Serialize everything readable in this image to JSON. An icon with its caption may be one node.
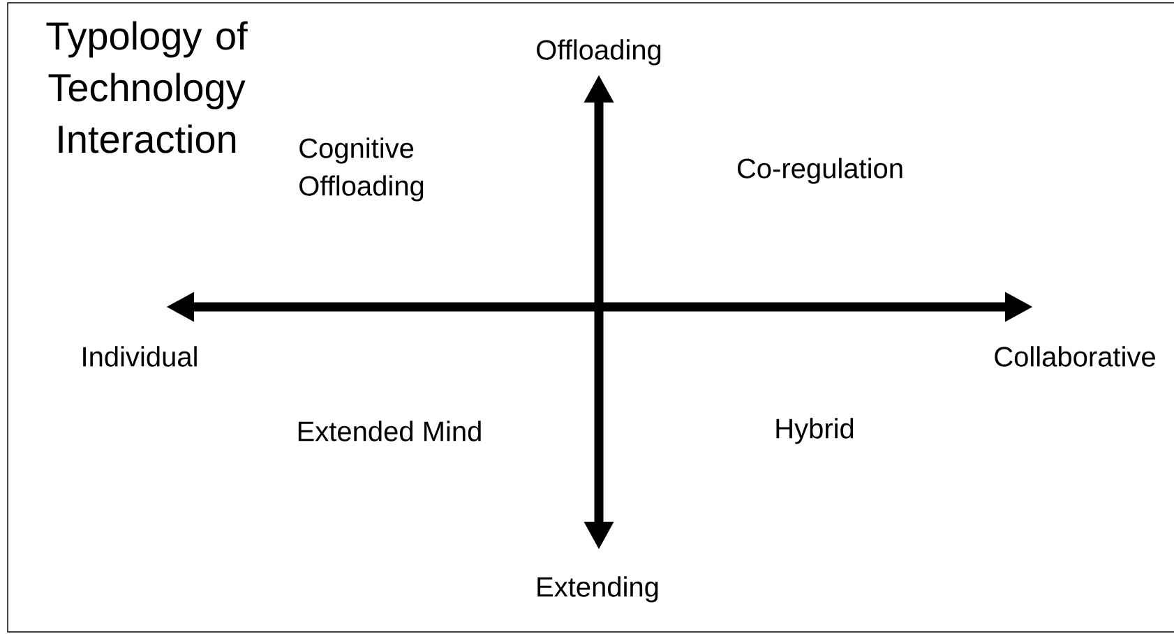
{
  "diagram": {
    "title": "Typology of Technology Interaction",
    "labels": [
      "Offloading",
      "Cognitive Offloading",
      "Co-regulation",
      "Individual",
      "Collaborative",
      "Extended Mind",
      "Hybrid",
      "Extending"
    ]
  }
}
